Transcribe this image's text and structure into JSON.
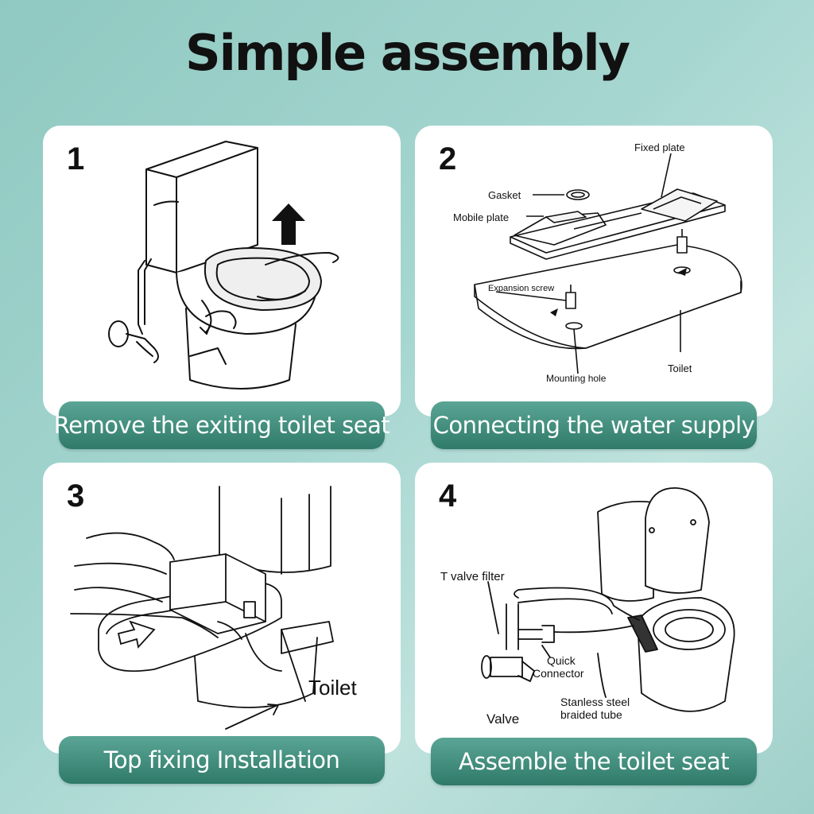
{
  "title": "Simple assembly",
  "steps": [
    {
      "number": "1",
      "caption": "Remove the exiting toilet seat"
    },
    {
      "number": "2",
      "caption": "Connecting the water supply",
      "labels": {
        "fixed_plate": "Fixed plate",
        "gasket": "Gasket",
        "mobile_plate": "Mobile plate",
        "expansion_screw": "Expansion screw",
        "mounting_hole": "Mounting hole",
        "toilet": "Toilet"
      }
    },
    {
      "number": "3",
      "caption": "Top fixing Installation",
      "labels": {
        "toilet": "Toilet"
      }
    },
    {
      "number": "4",
      "caption": "Assemble the toilet seat",
      "labels": {
        "t_valve_filter": "T valve filter",
        "quick": "Quick",
        "connector": "Connector",
        "valve": "Valve",
        "stainless_1": "Stanless steel",
        "stainless_2": "braided tube"
      }
    }
  ]
}
